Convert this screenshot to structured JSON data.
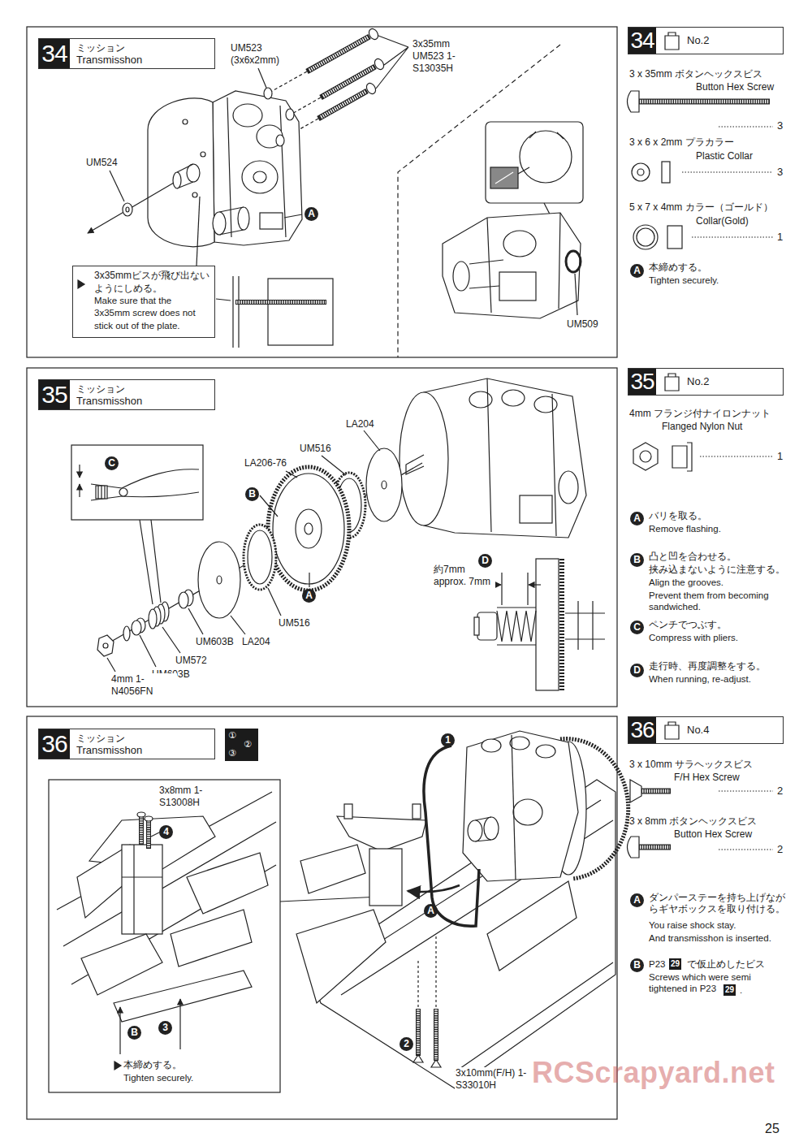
{
  "diagram": {
    "nodes": [
      {
        "text": [
          "34",
          "ミッション",
          "Transmisshon"
        ]
      },
      {
        "text": [
          "34",
          "No.2"
        ]
      },
      {
        "text": [
          "3x35mmビスが飛び出ないようにしめる。",
          "Make sure that the 3x35mm screw does not stick out of the plate."
        ]
      },
      {
        "text": [
          "35",
          "ミッション",
          "Transmisshon"
        ]
      },
      {
        "text": [
          "35",
          "No.2"
        ]
      },
      {
        "text": [
          "36",
          "ミッション",
          "Transmisshon"
        ]
      },
      {
        "text": [
          "①",
          "②",
          "③"
        ]
      },
      {
        "text": [
          "36",
          "No.4"
        ]
      }
    ],
    "labels": [
      "UM523 (3x6x2mm)",
      "3x35mm UM523 1-S13035H",
      "UM524",
      "A",
      "UM509",
      "3 x 35mm ボタンヘックスビス",
      "Button Hex Screw",
      "3",
      "3 x 6 x 2mm プラカラー",
      "Plastic Collar",
      "3",
      "5 x 7 x 4mm カラー（ゴールド）",
      "Collar(Gold)",
      "1",
      "A",
      "本締めする。",
      "Tighten securely.",
      "C",
      "LA204",
      "UM516",
      "LA206-76",
      "B",
      "A",
      "UM516",
      "LA204",
      "UM603B",
      "UM572",
      "UM603B",
      "4mm 1-N4056FN",
      "約7mm approx. 7mm",
      "D",
      "4mm フランジ付ナイロンナット",
      "Flanged Nylon Nut",
      "1",
      "A",
      "バリを取る。",
      "Remove flashing.",
      "B",
      "凸と凹を合わせる。",
      "挟み込まないように注意する。",
      "Align the grooves.",
      "Prevent them from becoming sandwiched.",
      "C",
      "ペンチでつぶす。",
      "Compress with pliers.",
      "D",
      "走行時、再度調整をする。",
      "When running, re-adjust.",
      "3x8mm 1-S13008H",
      "4",
      "1",
      "A",
      "B",
      "3",
      "本締めする。",
      "Tighten securely.",
      "2",
      "3x10mm(F/H) 1-S33010H",
      "3 x 10mm サラヘックスビス",
      "F/H Hex Screw",
      "2",
      "3 x 8mm ボタンヘックスビス",
      "Button Hex Screw",
      "2",
      "A",
      "ダンパーステーを持ち上げながらギヤボックスを取り付ける。",
      "You raise shock stay.",
      "And transmisshon is inserted.",
      "B",
      "P23",
      "29",
      "で仮止めしたビス",
      "Screws which were semi tightened in P23",
      "29",
      ".",
      "RCScrapyard.net",
      "25"
    ]
  }
}
